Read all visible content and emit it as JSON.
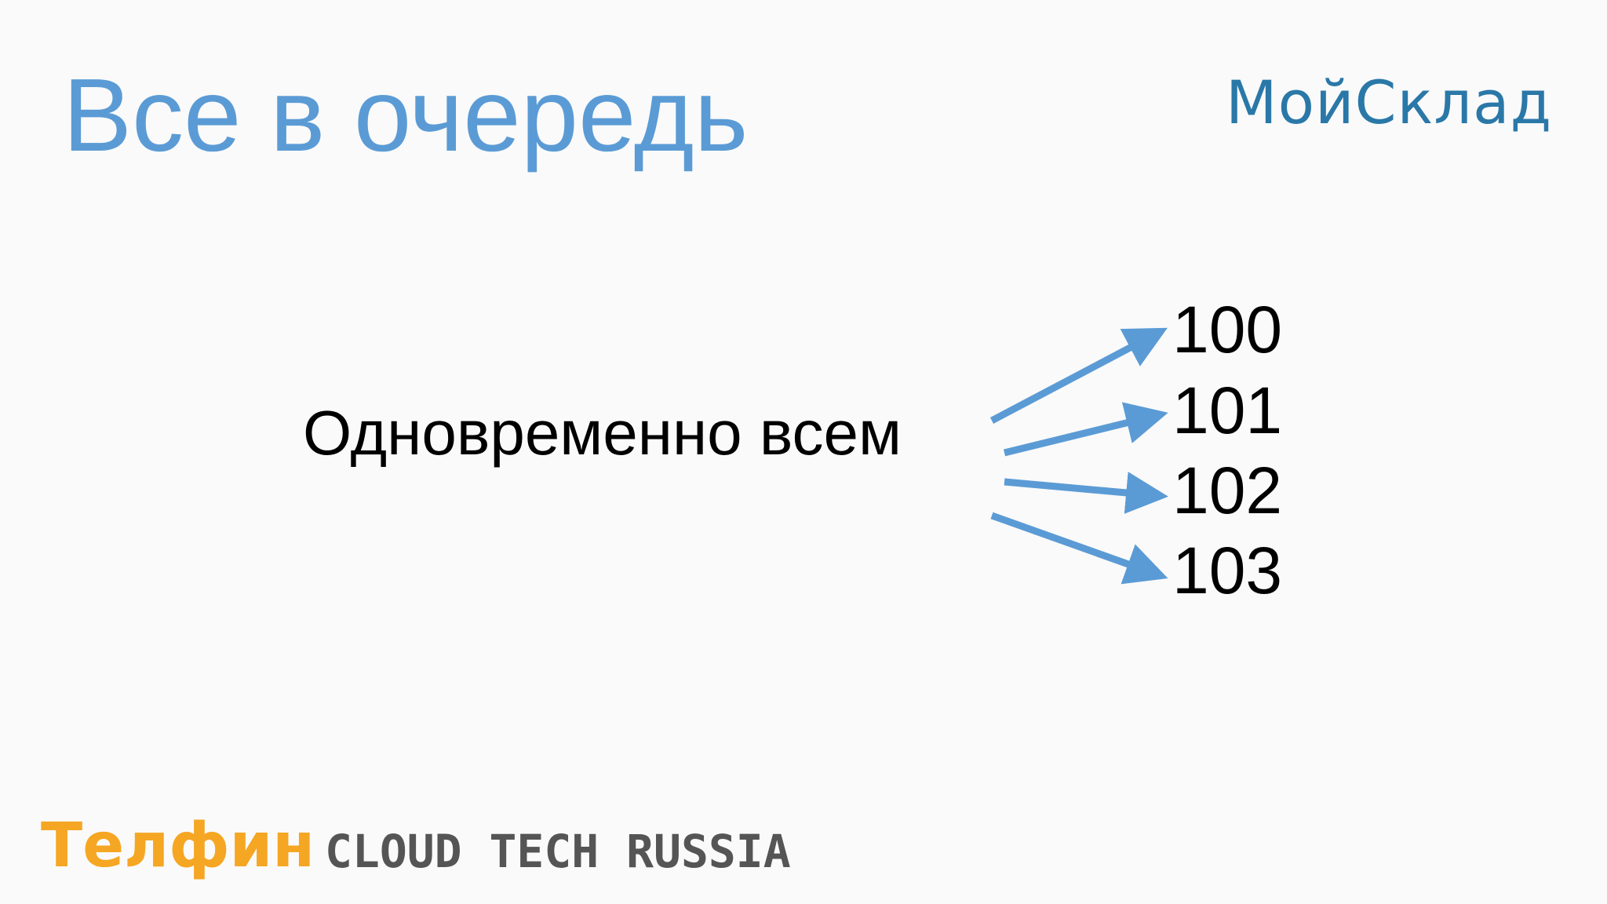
{
  "slide": {
    "title": "Все в очередь",
    "top_logo_text": "МойСклад",
    "footer_brand_text": "Телфин",
    "footer_event": "CLOUD TECH RUSSIA"
  },
  "diagram": {
    "source": "Одновременно всем",
    "targets": [
      "100",
      "101",
      "102",
      "103"
    ],
    "arrow_color": "#5b9bd5"
  },
  "colors": {
    "title": "#5b9bd5",
    "logo_top": "#2a78a8",
    "footer_brand": "#f5a623",
    "footer_event": "#555555"
  }
}
